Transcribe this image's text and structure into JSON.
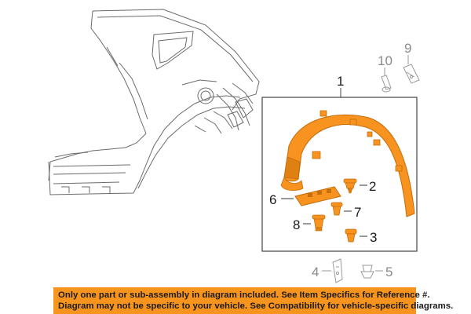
{
  "callouts": {
    "c1": "1",
    "c2": "2",
    "c3": "3",
    "c4": "4",
    "c5": "5",
    "c6": "6",
    "c7": "7",
    "c8": "8",
    "c9": "9",
    "c10": "10"
  },
  "footer": {
    "line1": "Only one part or sub-assembly in diagram included. See Item Specifics for Reference #.",
    "line2": "Diagram may not be specific to your vehicle. See Compatibility for vehicle-specific diagrams."
  },
  "colors": {
    "part": "#f7931e",
    "part_shadow": "#c46e0c",
    "banner": "#f7941d",
    "line_art": "#6b6b6b",
    "ghost_art": "#9a9a9a"
  }
}
